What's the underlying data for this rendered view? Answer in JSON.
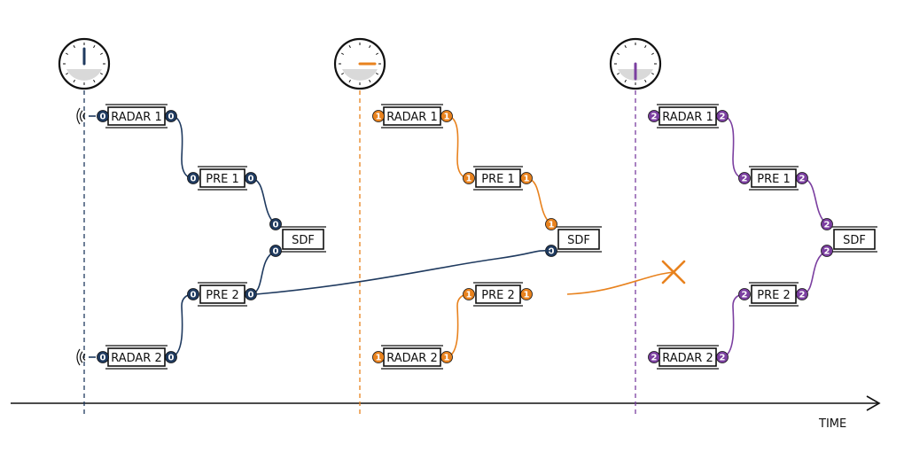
{
  "colors": {
    "blue": "#1f3a5f",
    "orange": "#e8821e",
    "purple": "#7b3fa0",
    "box": "#111111",
    "clock_face": "#d9d9d9"
  },
  "axis": {
    "label": "TIME"
  },
  "frames": [
    {
      "color_key": "blue",
      "token": "0",
      "clock_icon": "clock-icon",
      "signal_icons": true,
      "radar1": "RADAR 1",
      "pre1": "PRE 1",
      "sdf": "SDF",
      "pre2": "PRE 2",
      "radar2": "RADAR 2",
      "sdf_input2_token": "0"
    },
    {
      "color_key": "orange",
      "token": "1",
      "clock_icon": "clock-icon",
      "signal_icons": false,
      "radar1": "RADAR 1",
      "pre1": "PRE 1",
      "sdf": "SDF",
      "pre2": "PRE 2",
      "radar2": "RADAR 2",
      "sdf_input2_token": "0",
      "sdf_input2_color_key": "blue",
      "dropped_marker": "cross-icon"
    },
    {
      "color_key": "purple",
      "token": "2",
      "clock_icon": "clock-icon",
      "signal_icons": false,
      "radar1": "RADAR 1",
      "pre1": "PRE 1",
      "sdf": "SDF",
      "pre2": "PRE 2",
      "radar2": "RADAR 2",
      "sdf_input2_token": "2"
    }
  ]
}
